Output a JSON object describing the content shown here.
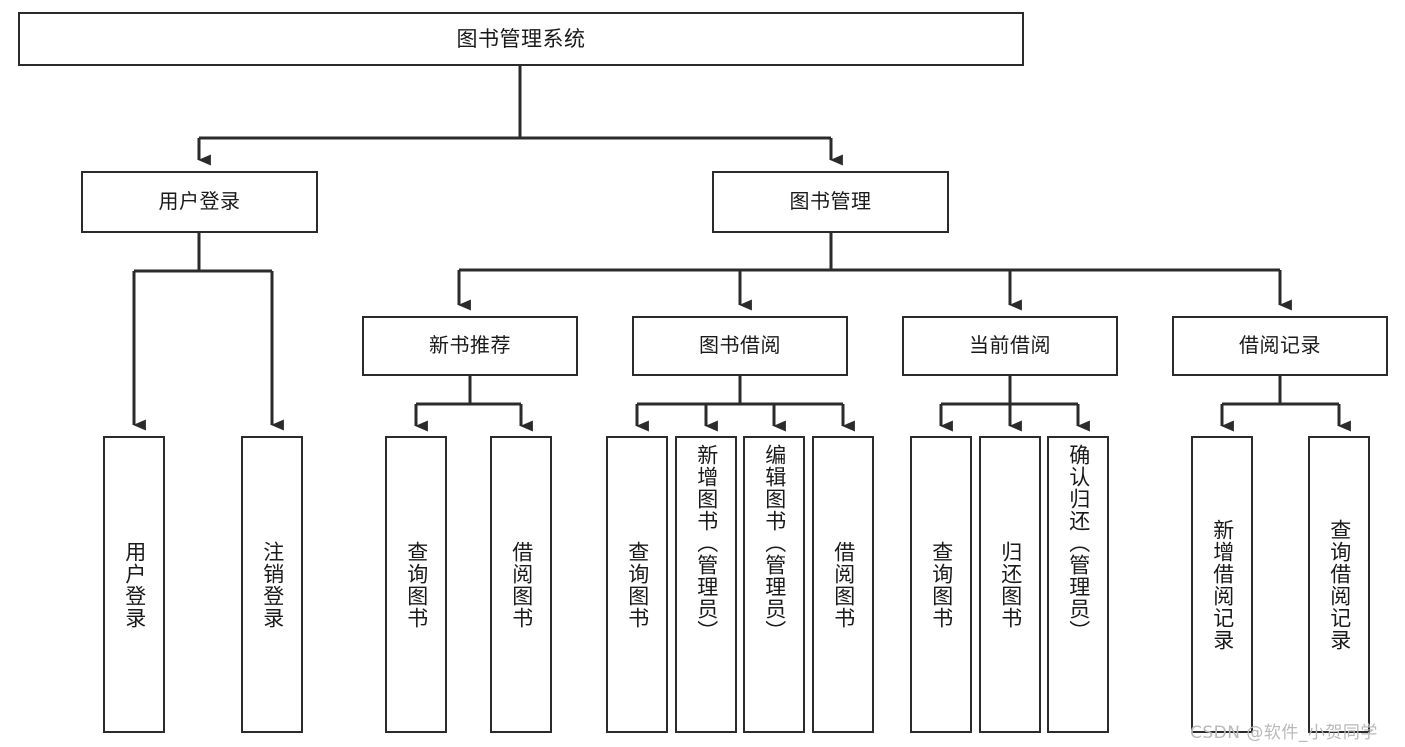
{
  "diagram": {
    "type": "tree-hierarchy",
    "title": "图书管理系统",
    "root": {
      "id": "root",
      "label": "图书管理系统",
      "level": 1
    },
    "level2": [
      {
        "id": "user-login",
        "label": "用户登录"
      },
      {
        "id": "book-management",
        "label": "图书管理"
      }
    ],
    "level3": [
      {
        "id": "new-book-recommend",
        "label": "新书推荐",
        "parent": "book-management"
      },
      {
        "id": "book-borrow",
        "label": "图书借阅",
        "parent": "book-management"
      },
      {
        "id": "current-borrow",
        "label": "当前借阅",
        "parent": "book-management"
      },
      {
        "id": "borrow-record",
        "label": "借阅记录",
        "parent": "book-management"
      }
    ],
    "leaves": {
      "user-login": [
        {
          "id": "leaf-user-login",
          "label": "用户登录"
        },
        {
          "id": "leaf-logout",
          "label": "注销登录"
        }
      ],
      "new-book-recommend": [
        {
          "id": "leaf-query-book-1",
          "label": "查询图书"
        },
        {
          "id": "leaf-borrow-book-1",
          "label": "借阅图书"
        }
      ],
      "book-borrow": [
        {
          "id": "leaf-query-book-2",
          "label": "查询图书"
        },
        {
          "id": "leaf-add-book",
          "label": "新增图书（管理员）"
        },
        {
          "id": "leaf-edit-book",
          "label": "编辑图书（管理员）"
        },
        {
          "id": "leaf-borrow-book-2",
          "label": "借阅图书"
        }
      ],
      "current-borrow": [
        {
          "id": "leaf-query-book-3",
          "label": "查询图书"
        },
        {
          "id": "leaf-return-book",
          "label": "归还图书"
        },
        {
          "id": "leaf-confirm-return",
          "label": "确认归还（管理员）"
        }
      ],
      "borrow-record": [
        {
          "id": "leaf-add-record",
          "label": "新增借阅记录"
        },
        {
          "id": "leaf-query-record",
          "label": "查询借阅记录"
        }
      ]
    },
    "watermark": "CSDN @软件_小贺同学",
    "colors": {
      "stroke": "#2b2b2b",
      "fill": "#ffffff",
      "text": "#1a1a1a",
      "watermark": "#b9b9b9"
    }
  }
}
